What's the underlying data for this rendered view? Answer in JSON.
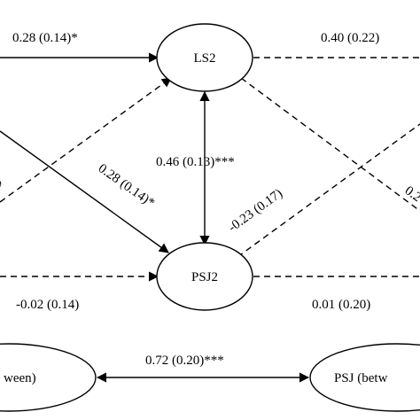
{
  "nodes": {
    "ls2": "LS2",
    "psj2": "PSJ2",
    "ls_between": "ween)",
    "psj_between": "PSJ (betw"
  },
  "paths": {
    "to_ls2_left": "0.28 (0.14)*",
    "ls2_to_right": "0.40 (0.22)",
    "cross_to_psj2": "0.28 (0.14)*",
    "psj2_to_ls2": "0.46 (0.13)***",
    "psj2_diag_right": "-0.23 (0.17)",
    "to_psj2_left": "-0.02 (0.14)",
    "psj2_to_right": "0.01 (0.20)",
    "between_correlation": "0.72 (0.20)***",
    "right_edge_partial": "0.2",
    "left_edge_partial": "2)"
  }
}
